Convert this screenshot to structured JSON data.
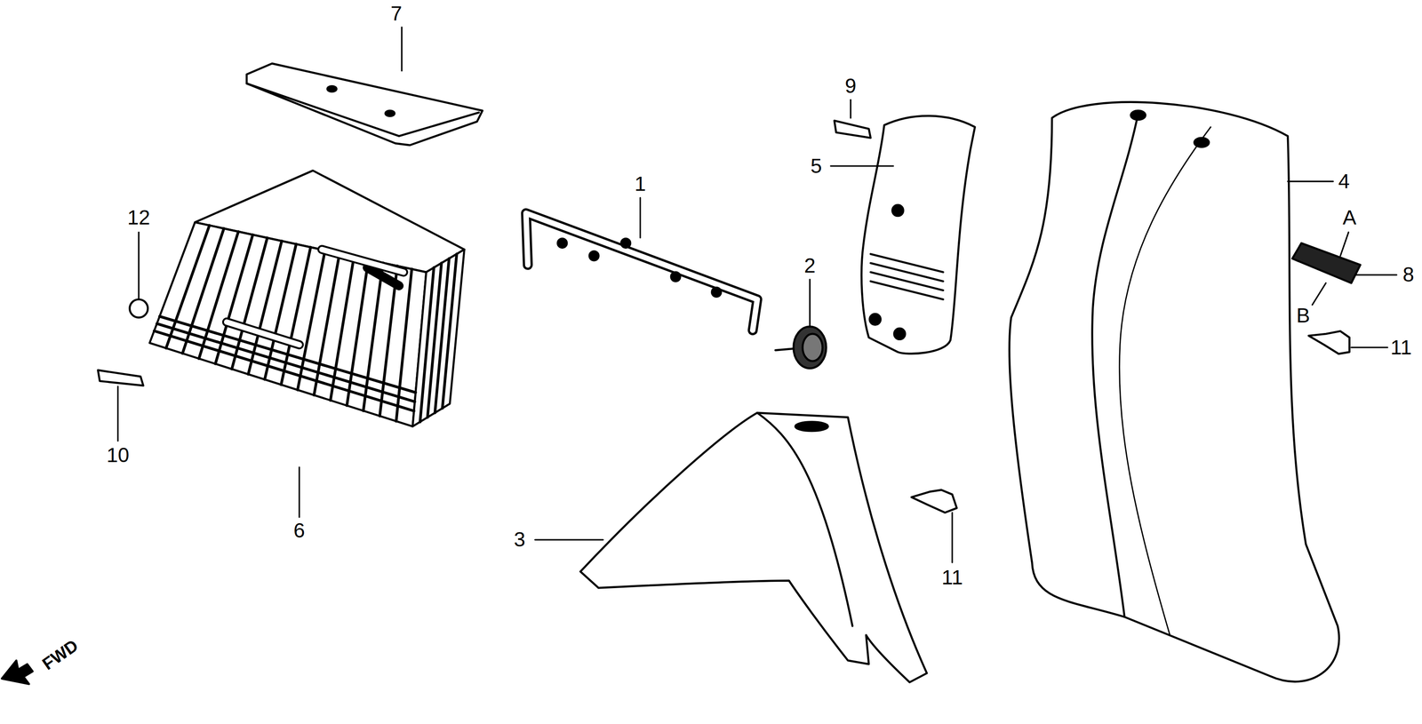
{
  "diagram": {
    "labels": [
      "7",
      "9",
      "12",
      "1",
      "5",
      "4",
      "A",
      "2",
      "8",
      "B",
      "11",
      "10",
      "6",
      "11",
      "3",
      "FWD"
    ]
  }
}
